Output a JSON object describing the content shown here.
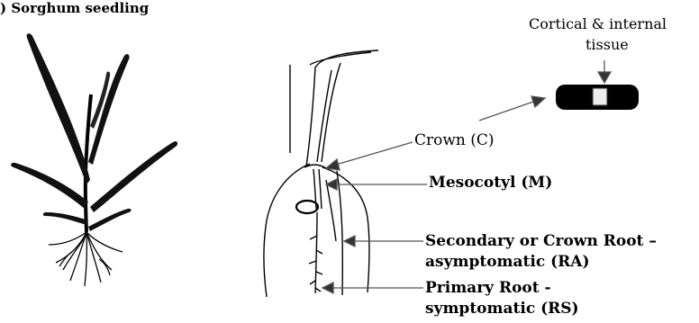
{
  "caption_fragment": ") Sorghum seedling",
  "labels": {
    "cortical_line1": "Cortical & internal",
    "cortical_line2": "tissue",
    "crown": "Crown (C)",
    "mesocotyl": "Mesocotyl (M)",
    "secondary_line1": "Secondary or Crown Root –",
    "secondary_line2": "asymptomatic (RA)",
    "primary_line1": "Primary Root -",
    "primary_line2": "symptomatic (RS)"
  }
}
